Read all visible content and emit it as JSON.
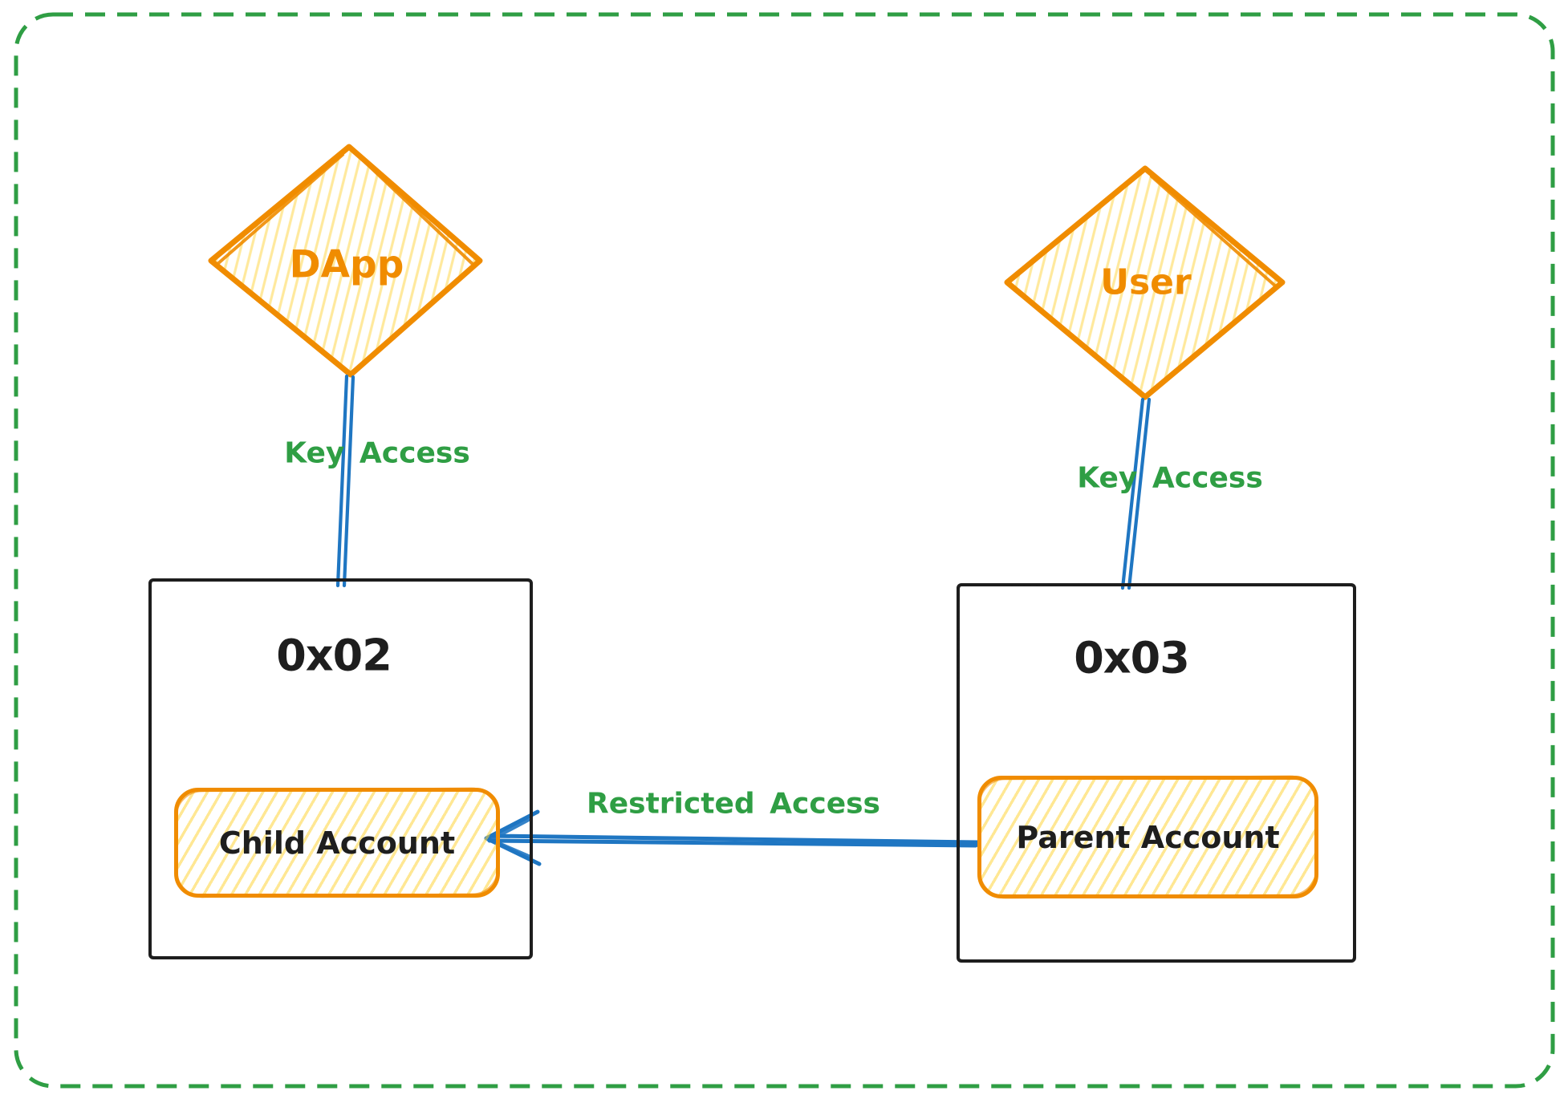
{
  "diagram": {
    "dapp": {
      "label": "DApp"
    },
    "user": {
      "label": "User"
    },
    "left_wallet": {
      "address": "0x02",
      "account_label": "Child Account"
    },
    "right_wallet": {
      "address": "0x03",
      "account_label": "Parent Account"
    },
    "edges": {
      "dapp_to_child": {
        "label": "Key Access"
      },
      "user_to_parent": {
        "label": "Key Access"
      },
      "parent_to_child": {
        "label": "Restricted Access"
      }
    }
  },
  "colors": {
    "ink": "#1e1e1e",
    "orange": "#f08c00",
    "yellow_hatch": "#ffd43b",
    "blue": "#1f76c2",
    "green": "#2f9e44",
    "background": "#ffffff"
  }
}
